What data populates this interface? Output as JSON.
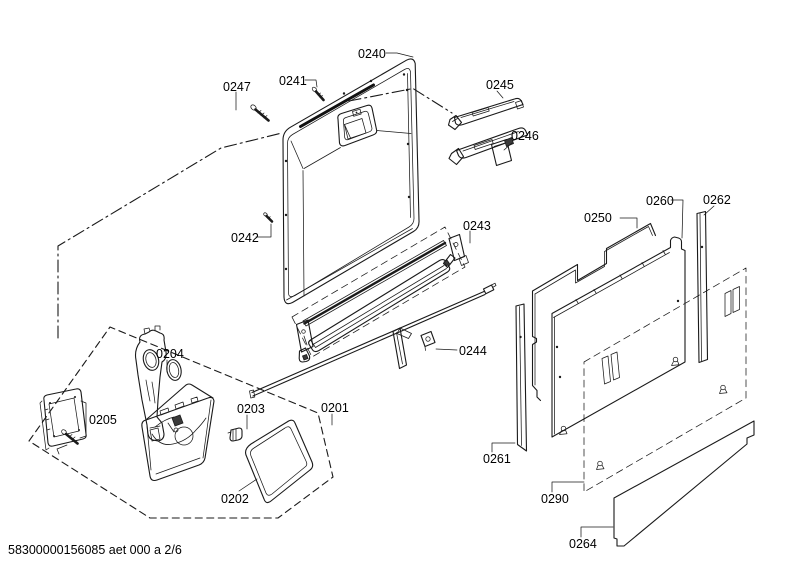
{
  "document": {
    "footer_code": "58300000156085 aet 000 a 2/6"
  },
  "colors": {
    "line": "#1a1a1a",
    "background": "#ffffff"
  },
  "diagram": {
    "parts": [
      {
        "id": "0240",
        "label": "0240"
      },
      {
        "id": "0241",
        "label": "0241"
      },
      {
        "id": "0247",
        "label": "0247"
      },
      {
        "id": "0242",
        "label": "0242"
      },
      {
        "id": "0243",
        "label": "0243"
      },
      {
        "id": "0244",
        "label": "0244"
      },
      {
        "id": "0245",
        "label": "0245"
      },
      {
        "id": "0246",
        "label": "0246"
      },
      {
        "id": "0250",
        "label": "0250"
      },
      {
        "id": "0260",
        "label": "0260"
      },
      {
        "id": "0262",
        "label": "0262"
      },
      {
        "id": "0261",
        "label": "0261"
      },
      {
        "id": "0290",
        "label": "0290"
      },
      {
        "id": "0264",
        "label": "0264"
      },
      {
        "id": "0204",
        "label": "0204"
      },
      {
        "id": "0205",
        "label": "0205"
      },
      {
        "id": "0203",
        "label": "0203"
      },
      {
        "id": "0201",
        "label": "0201"
      },
      {
        "id": "0202",
        "label": "0202"
      }
    ]
  }
}
